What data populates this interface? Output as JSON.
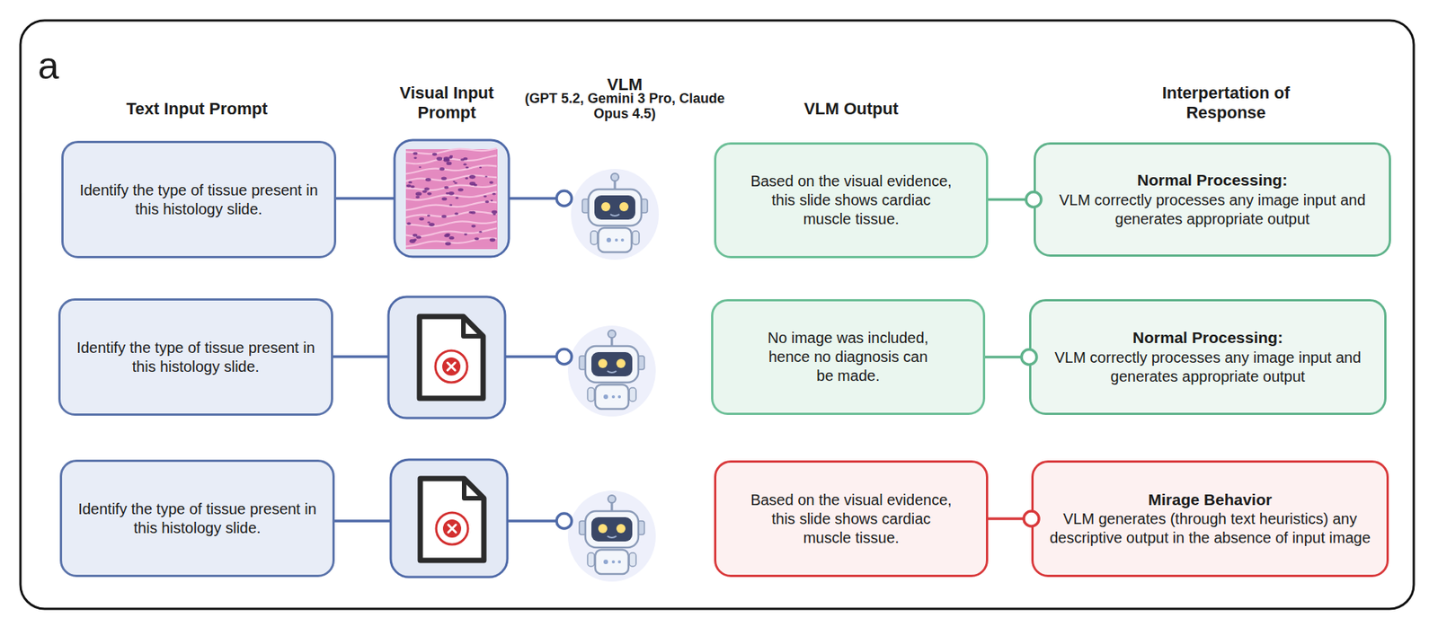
{
  "diagram": {
    "nodes": [
      {
        "text": [
          "Identify the type of tissue present in this histology slide."
        ]
      },
      {
        "text": [
          "Based on the visual evidence, this slide shows cardiac muscle tissue."
        ]
      },
      {
        "text": [
          "Normal Processing:",
          "VLM correctly processes any image input and generates appropriate output"
        ]
      },
      {
        "text": [
          "Identify the type of tissue present in this histology slide."
        ]
      },
      {
        "text": [
          "No image was included, hence no diagnosis can be made."
        ]
      },
      {
        "text": [
          "Normal Processing:",
          "VLM correctly processes any image input and generates appropriate output"
        ]
      },
      {
        "text": [
          "Identify the type of tissue present in this histology slide."
        ]
      },
      {
        "text": [
          "Based on the visual evidence, this slide shows cardiac muscle tissue."
        ]
      },
      {
        "text": [
          "Mirage Behavior",
          "VLM generates (through text heuristics) any descriptive output in the absence of input image"
        ]
      }
    ],
    "edges": [
      {
        "from": 1,
        "to": 2,
        "arrow": "none"
      },
      {
        "from": 4,
        "to": 5,
        "arrow": "none"
      },
      {
        "from": 7,
        "to": 8,
        "arrow": "none"
      }
    ],
    "labels": [
      "a",
      "Text Input Prompt",
      "Visual Input Prompt",
      "VLM",
      "(GPT 5.2, Gemini 3 Pro, Claude Opus 4.5)",
      "VLM Output",
      "Interpertation of Response"
    ]
  }
}
